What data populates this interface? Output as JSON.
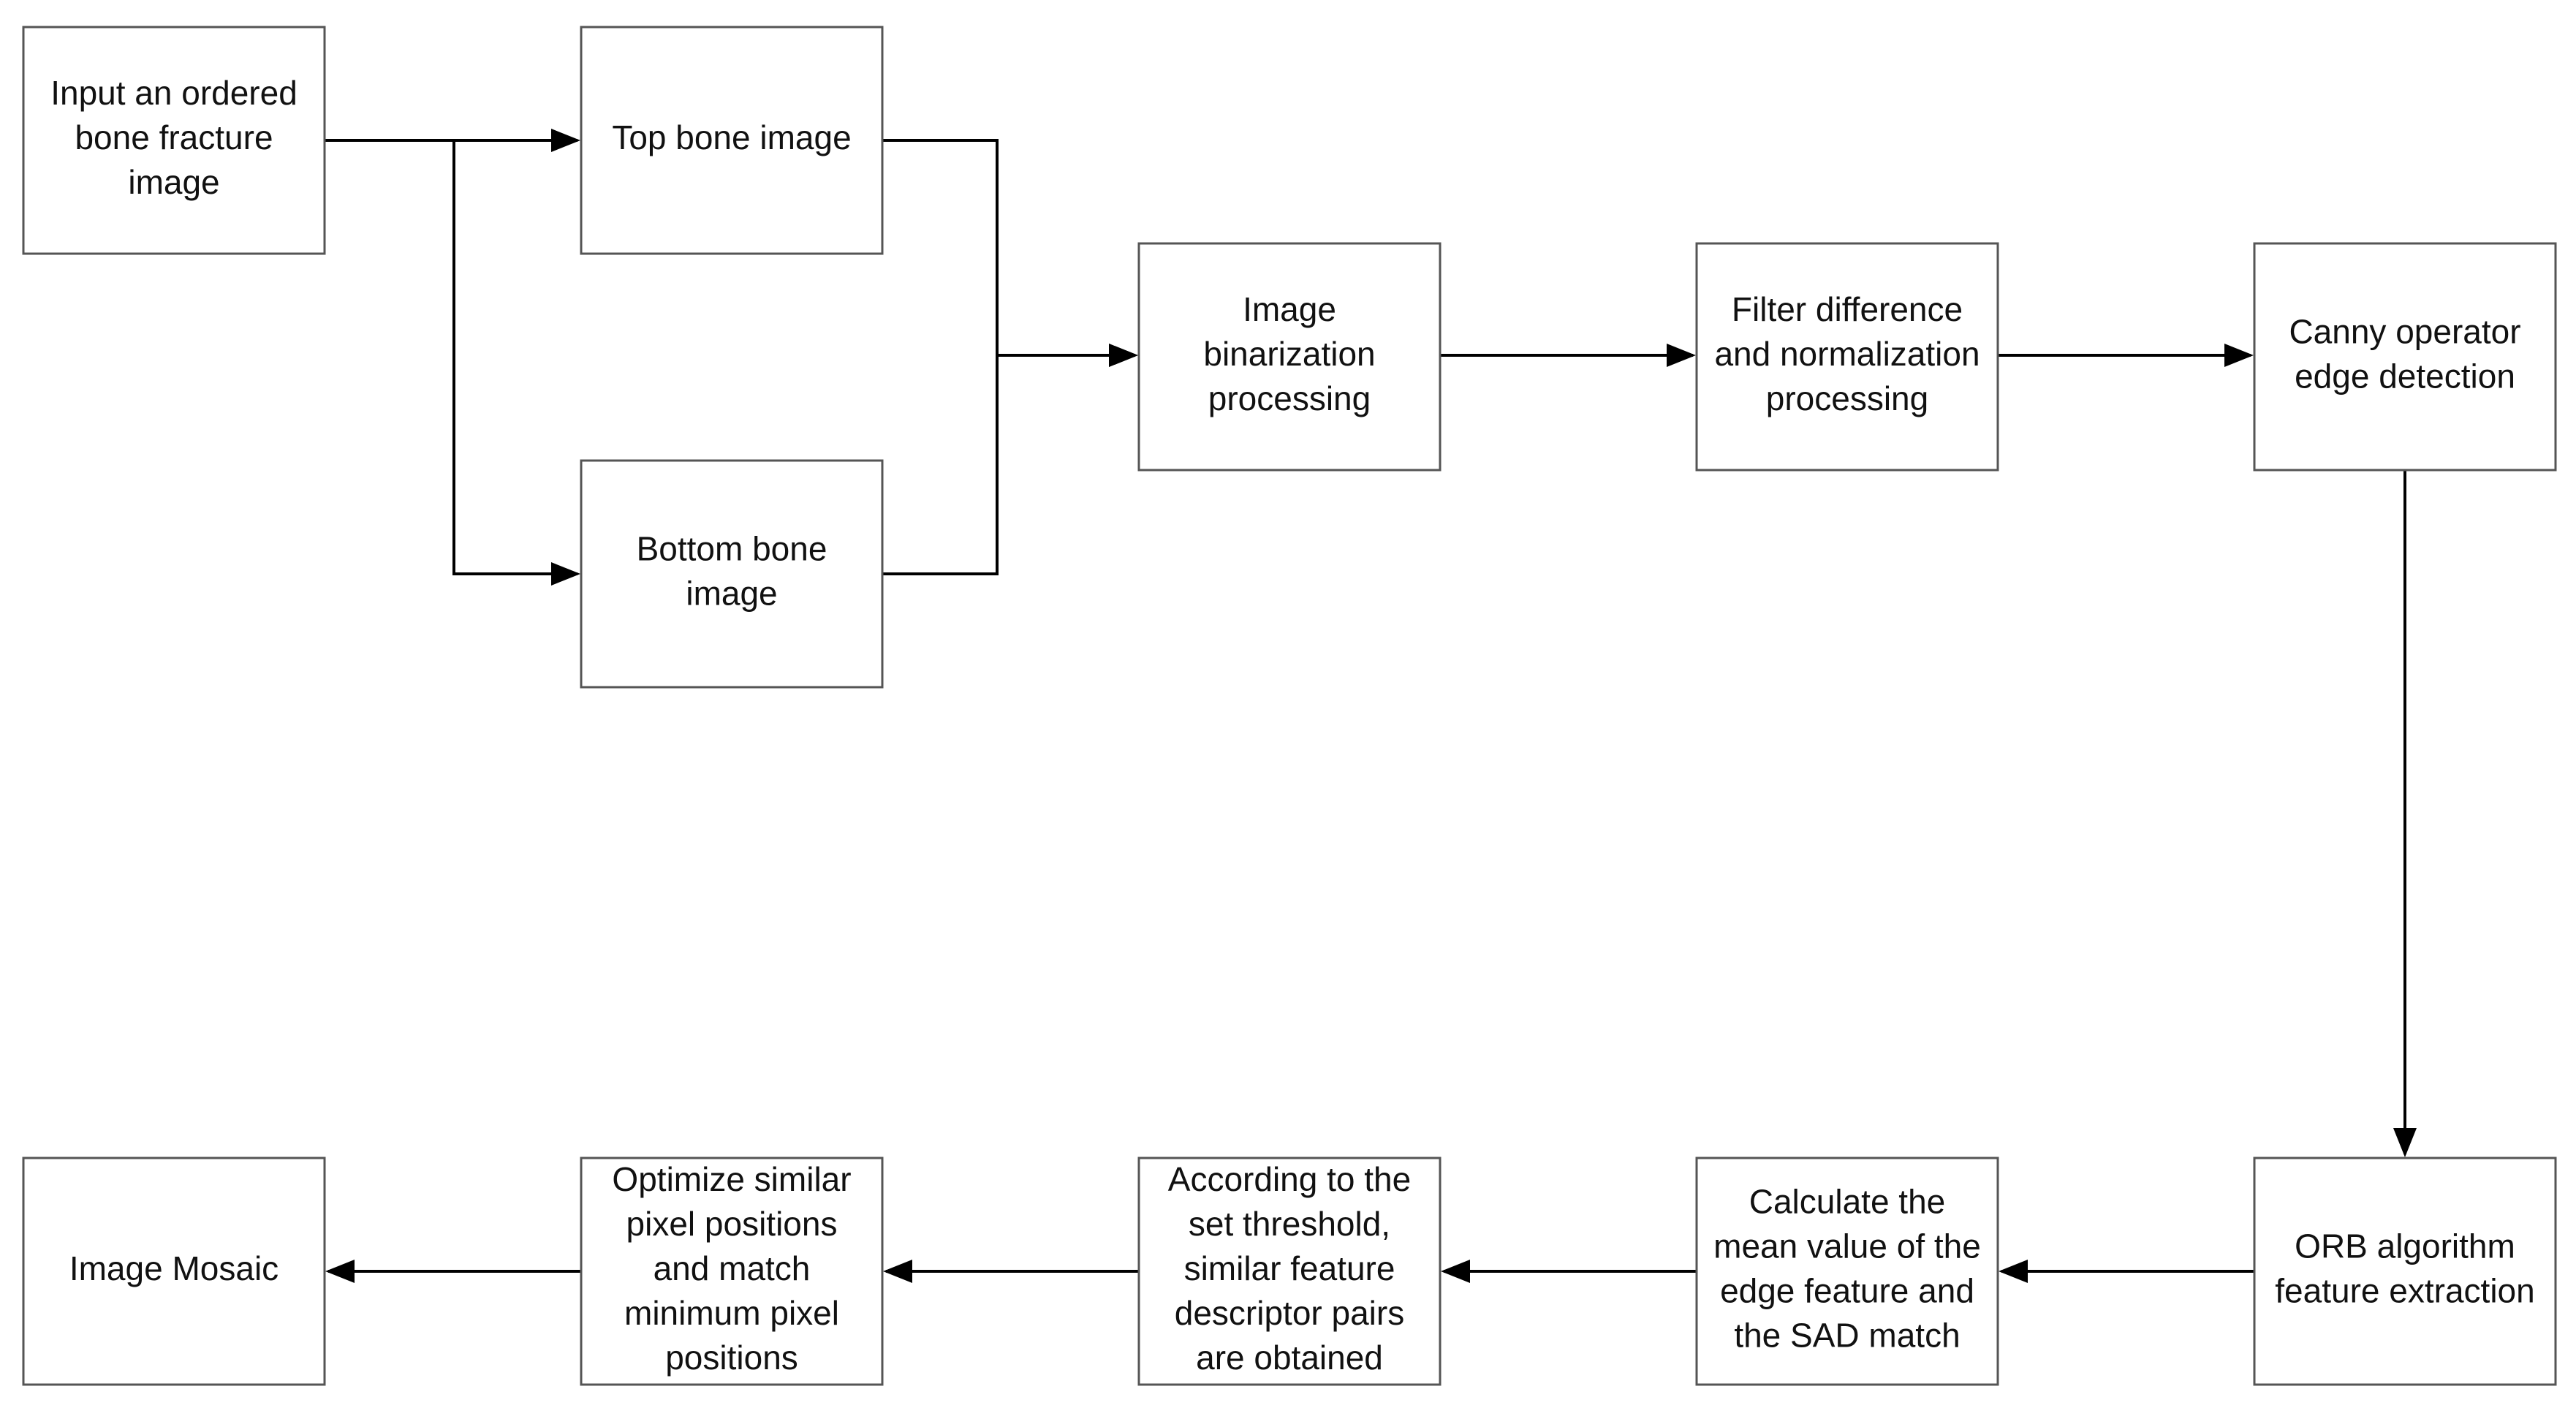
{
  "diagram": {
    "nodes": [
      {
        "id": "input",
        "lines": [
          "Input an ordered",
          "bone fracture",
          "image"
        ]
      },
      {
        "id": "top",
        "lines": [
          "Top bone  image"
        ]
      },
      {
        "id": "bottom",
        "lines": [
          "Bottom bone",
          "image"
        ]
      },
      {
        "id": "binarize",
        "lines": [
          "Image",
          "binarization",
          "processing"
        ]
      },
      {
        "id": "filter",
        "lines": [
          "Filter difference",
          "and normalization",
          "processing"
        ]
      },
      {
        "id": "canny",
        "lines": [
          "Canny operator",
          "edge detection"
        ]
      },
      {
        "id": "orb",
        "lines": [
          "ORB algorithm",
          "feature extraction"
        ]
      },
      {
        "id": "mean",
        "lines": [
          "Calculate the",
          "mean value of the",
          "edge feature and",
          "the SAD match"
        ]
      },
      {
        "id": "threshold",
        "lines": [
          "According to the",
          "set threshold,",
          "similar feature",
          "descriptor pairs",
          "are obtained"
        ]
      },
      {
        "id": "optimize",
        "lines": [
          "Optimize similar",
          "pixel positions",
          "and match",
          "minimum pixel",
          "positions"
        ]
      },
      {
        "id": "mosaic",
        "lines": [
          "Image Mosaic"
        ]
      }
    ],
    "edges": [
      {
        "from": "input",
        "to": "top"
      },
      {
        "from": "input",
        "to": "bottom"
      },
      {
        "from": "top",
        "to": "binarize"
      },
      {
        "from": "bottom",
        "to": "binarize"
      },
      {
        "from": "binarize",
        "to": "filter"
      },
      {
        "from": "filter",
        "to": "canny"
      },
      {
        "from": "canny",
        "to": "orb"
      },
      {
        "from": "orb",
        "to": "mean"
      },
      {
        "from": "mean",
        "to": "threshold"
      },
      {
        "from": "threshold",
        "to": "optimize"
      },
      {
        "from": "optimize",
        "to": "mosaic"
      }
    ]
  }
}
